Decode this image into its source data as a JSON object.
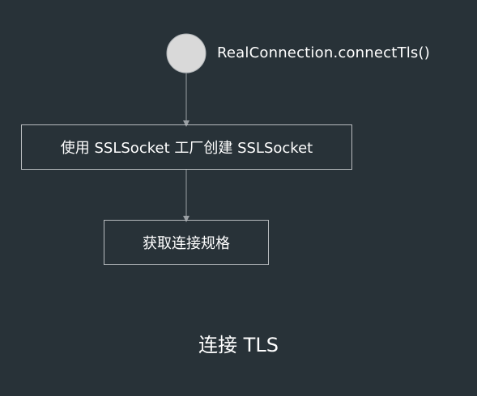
{
  "diagram": {
    "start_node": {
      "label": "RealConnection.connectTls()"
    },
    "steps": [
      {
        "label": "使用 SSLSocket 工厂创建 SSLSocket"
      },
      {
        "label": "获取连接规格"
      }
    ],
    "caption": "连接 TLS"
  },
  "colors": {
    "background": "#283238",
    "node_fill": "#d9d9d9",
    "node_stroke": "#b0b4b7",
    "box_border": "#b8bcbf",
    "connector": "#9aa0a4",
    "text": "#ffffff"
  }
}
